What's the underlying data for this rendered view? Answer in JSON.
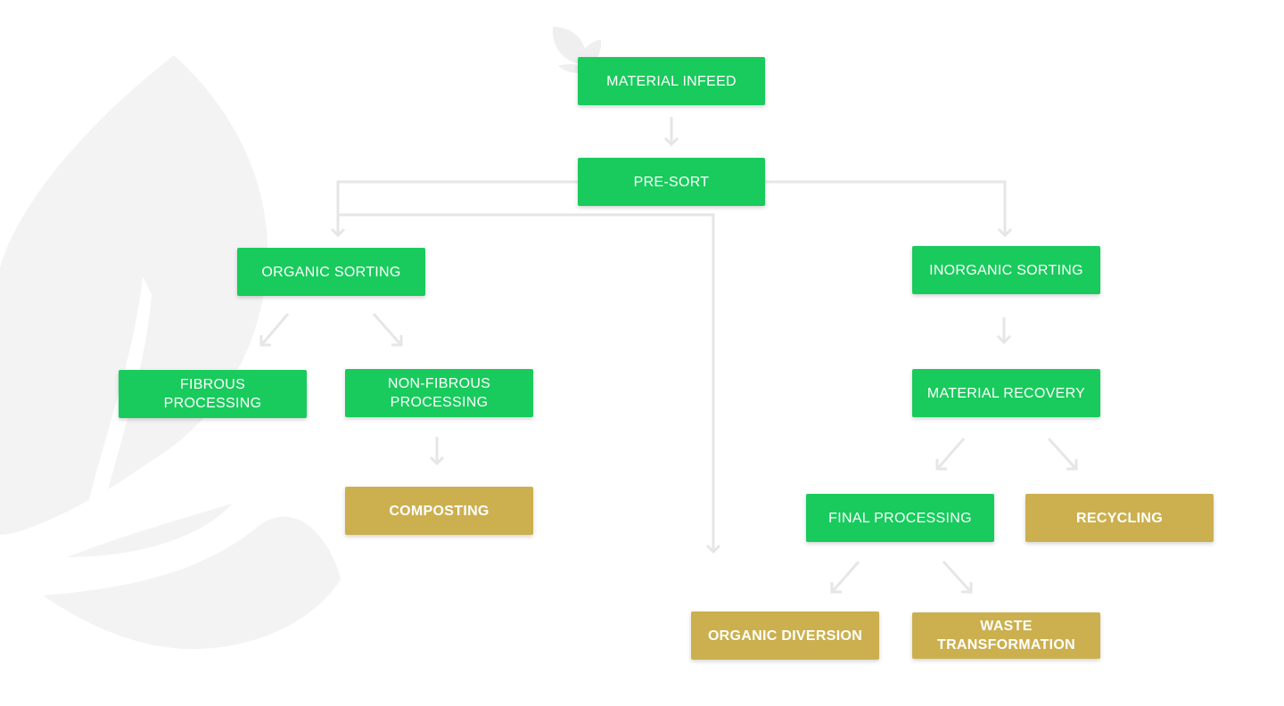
{
  "colors": {
    "process": "#18cb5c",
    "outcome": "#ccb04f",
    "connector": "#e6e6e6",
    "watermark": "#f3f3f3"
  },
  "watermark": {
    "icon": "leaf-icon"
  },
  "nodes": {
    "material_infeed": "MATERIAL INFEED",
    "pre_sort": "PRE-SORT",
    "organic_sorting": "ORGANIC SORTING",
    "inorganic_sorting": "INORGANIC SORTING",
    "fibrous_processing": "FIBROUS PROCESSING",
    "non_fibrous_processing": "NON-FIBROUS PROCESSING",
    "composting": "COMPOSTING",
    "material_recovery": "MATERIAL RECOVERY",
    "final_processing": "FINAL PROCESSING",
    "recycling": "RECYCLING",
    "organic_diversion": "ORGANIC DIVERSION",
    "waste_transformation": "WASTE TRANSFORMATION"
  },
  "connections": [
    {
      "from": "material_infeed",
      "to": "pre_sort"
    },
    {
      "from": "pre_sort",
      "to": "organic_sorting"
    },
    {
      "from": "pre_sort",
      "to": "inorganic_sorting"
    },
    {
      "from": "pre_sort",
      "to": "organic_diversion"
    },
    {
      "from": "organic_sorting",
      "to": "fibrous_processing"
    },
    {
      "from": "organic_sorting",
      "to": "non_fibrous_processing"
    },
    {
      "from": "non_fibrous_processing",
      "to": "composting"
    },
    {
      "from": "inorganic_sorting",
      "to": "material_recovery"
    },
    {
      "from": "material_recovery",
      "to": "final_processing"
    },
    {
      "from": "material_recovery",
      "to": "recycling"
    },
    {
      "from": "final_processing",
      "to": "organic_diversion"
    },
    {
      "from": "final_processing",
      "to": "waste_transformation"
    }
  ]
}
